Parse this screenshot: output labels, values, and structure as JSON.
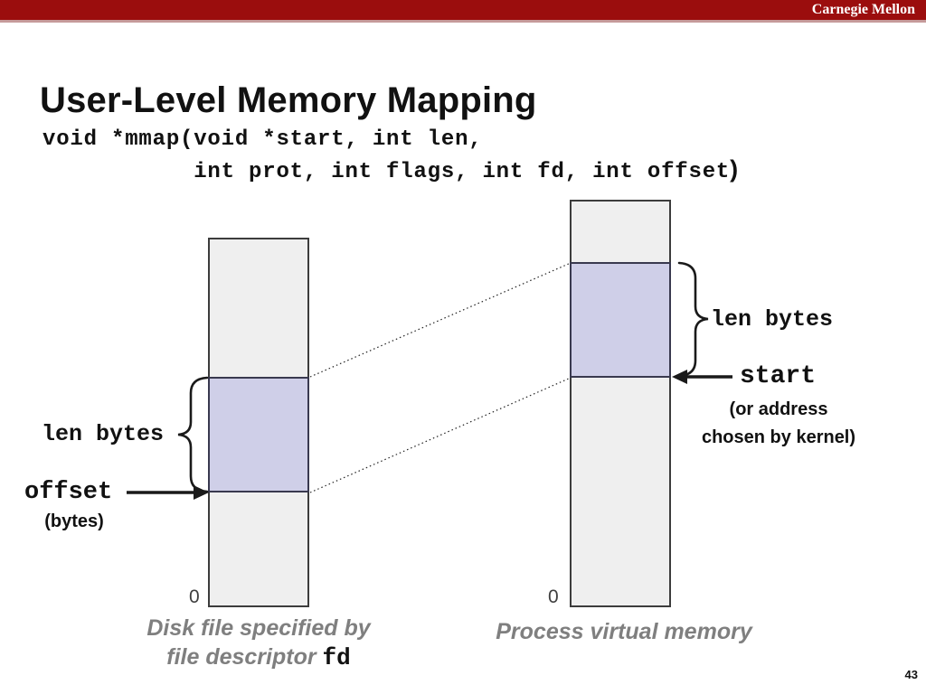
{
  "banner": {
    "brand": "Carnegie Mellon",
    "bg_color": "#9b0d0d",
    "underline_color": "#c69a9a"
  },
  "title": "User-Level Memory Mapping",
  "code": {
    "line1": "void *mmap(void *start, int len,",
    "line2": "           int prot, int flags, int fd, int offset",
    "closing_paren": ")"
  },
  "diagram": {
    "colors": {
      "column_fill": "#efefef",
      "mapped_fill": "#cfcfe8",
      "border": "#3c3c3c"
    },
    "disk_file": {
      "len_label": "len bytes",
      "offset_label": "offset",
      "offset_unit": "(bytes)",
      "zero_label": "0",
      "caption_line1": "Disk file specified by",
      "caption_line2_prefix": "file descriptor ",
      "caption_line2_code": "fd"
    },
    "virtual_memory": {
      "len_label": "len bytes",
      "start_label": "start",
      "start_note_line1": "(or address",
      "start_note_line2": "chosen by kernel)",
      "zero_label": "0",
      "caption": "Process virtual memory"
    }
  },
  "footer": {
    "page_number": "43"
  }
}
